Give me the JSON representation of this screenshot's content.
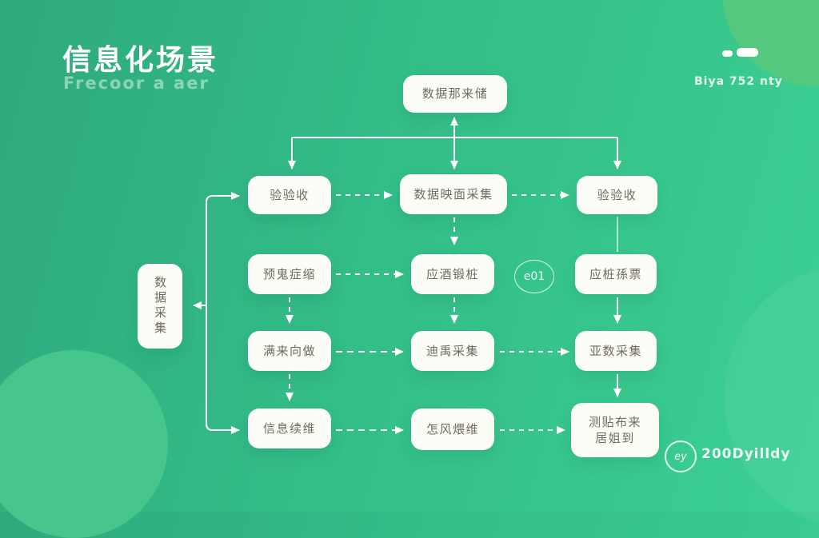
{
  "meta": {
    "bg_start": "#2fa97c",
    "bg_end": "#3bd093",
    "box_bg": "#fdfdf8",
    "box_text": "#6f6a5e",
    "line_color": "#ffffff"
  },
  "header": {
    "title": "信息化场景",
    "subtitle": "Frecoor a aer"
  },
  "top_right": {
    "caption": "Biya 752 nty"
  },
  "bottom_right": {
    "badge": "ey",
    "caption": "200Dyilldy"
  },
  "diagram": {
    "root": {
      "label": "数据那来储"
    },
    "side": {
      "label": "数据采集"
    },
    "ellipse": {
      "label": "e01"
    },
    "grid": [
      {
        "row": 1,
        "col": 1,
        "label": "验验收"
      },
      {
        "row": 1,
        "col": 2,
        "label": "数据映面采集"
      },
      {
        "row": 1,
        "col": 3,
        "label": "验验收"
      },
      {
        "row": 2,
        "col": 1,
        "label": "预鬼症缩"
      },
      {
        "row": 2,
        "col": 2,
        "label": "应酒锻桩"
      },
      {
        "row": 2,
        "col": 3,
        "label": "应桩孫票"
      },
      {
        "row": 3,
        "col": 1,
        "label": "满来向做"
      },
      {
        "row": 3,
        "col": 2,
        "label": "迪禹采集"
      },
      {
        "row": 3,
        "col": 3,
        "label": "亚数采集"
      },
      {
        "row": 4,
        "col": 1,
        "label": "信息续维"
      },
      {
        "row": 4,
        "col": 2,
        "label": "怎风煨维"
      },
      {
        "row": 4,
        "col": 3,
        "label": "测贴布来",
        "label2": "居姐到"
      }
    ]
  }
}
